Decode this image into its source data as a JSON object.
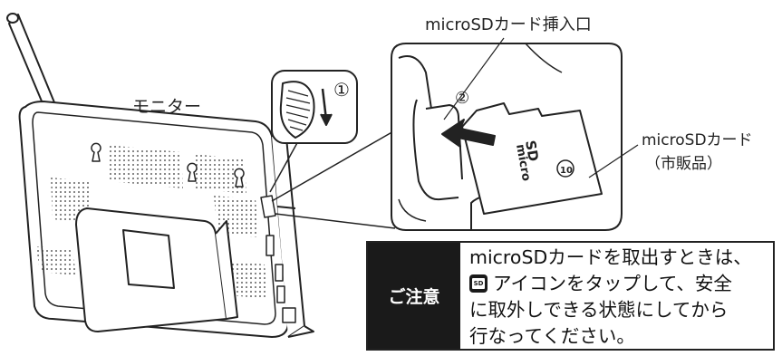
{
  "labels": {
    "monitor": "モニター",
    "slot": "microSDカード挿入口",
    "card_line1": "microSDカード",
    "card_line2": "（市販品）",
    "step1": "①",
    "step2": "②"
  },
  "card": {
    "brand": "micro SD",
    "class_mark": "10"
  },
  "notice": {
    "heading": "ご注意",
    "line1": "microSDカードを取出すときは、",
    "icon": "sd-card-icon",
    "line2": "アイコンをタップして、安全",
    "line3": "に取外しできる状態にしてから",
    "line4": "行なってください。"
  },
  "colors": {
    "line": "#222222",
    "panel_dark": "#1a1a1a",
    "background": "#ffffff"
  }
}
